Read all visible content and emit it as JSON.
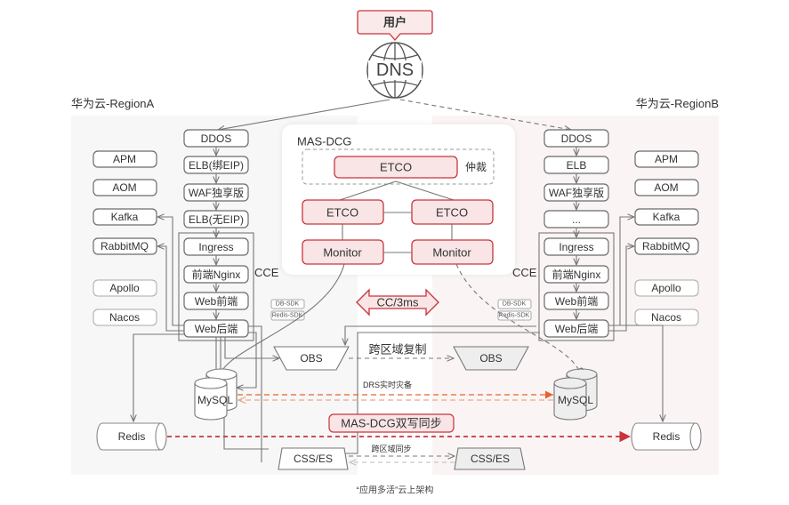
{
  "user": {
    "label": "用户"
  },
  "dns": {
    "label": "DNS"
  },
  "regions": {
    "a": {
      "title": "华为云-RegionA",
      "chain": [
        "DDOS",
        "ELB(绑EIP)",
        "WAF独享版",
        "ELB(无EIP)",
        "Ingress",
        "前端Nginx",
        "Web前端",
        "Web后端"
      ],
      "side": [
        "APM",
        "AOM",
        "Kafka",
        "RabbitMQ",
        "Apollo",
        "Nacos"
      ],
      "cce": "CCE",
      "sdk": [
        "DB-SDK",
        "Redis-SDK"
      ],
      "obs": "OBS",
      "mysql": "MySQL",
      "redis": "Redis",
      "css": "CSS/ES"
    },
    "b": {
      "title": "华为云-RegionB",
      "chain": [
        "DDOS",
        "ELB",
        "WAF独享版",
        "...",
        "Ingress",
        "前端Nginx",
        "Web前端",
        "Web后端"
      ],
      "side": [
        "APM",
        "AOM",
        "Kafka",
        "RabbitMQ",
        "Apollo",
        "Nacos"
      ],
      "cce": "CCE",
      "sdk": [
        "DB-SDK",
        "Redis-SDK"
      ],
      "obs": "OBS",
      "mysql": "MySQL",
      "redis": "Redis",
      "css": "CSS/ES"
    }
  },
  "mas_dcg": {
    "title": "MAS-DCG",
    "arbiter": {
      "label": "ETCO",
      "tag": "仲裁"
    },
    "etco_left": "ETCO",
    "etco_right": "ETCO",
    "monitor_left": "Monitor",
    "monitor_right": "Monitor"
  },
  "links": {
    "latency": "CC/3ms",
    "obs_replication": "跨区域复制",
    "drs": "DRS实时灾备",
    "dual_write": "MAS-DCG双写同步",
    "css_sync": "跨区域同步"
  },
  "caption": "“应用多活”云上架构",
  "colors": {
    "accent_red": "#c9343c",
    "red_fill": "#f9e5e5",
    "drs_orange": "#e8632f",
    "region_a_bg": "#f7f7f7",
    "region_b_bg": "#faf5f4"
  }
}
